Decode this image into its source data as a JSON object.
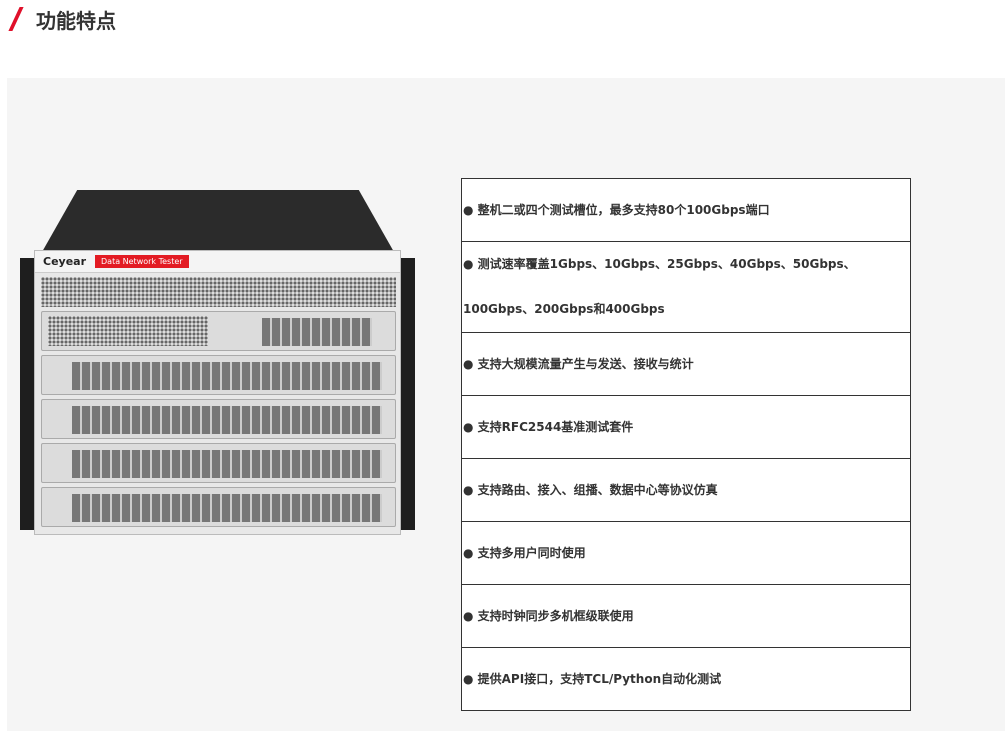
{
  "section_title": "功能特点",
  "product": {
    "brand": "Ceyear",
    "label": "Data Network Tester"
  },
  "features": [
    "● 整机二或四个测试槽位，最多支持80个100Gbps端口",
    "● 测试速率覆盖1Gbps、10Gbps、25Gbps、40Gbps、50Gbps、100Gbps、200Gbps和400Gbps",
    "● 支持大规模流量产生与发送、接收与统计",
    "● 支持RFC2544基准测试套件",
    "● 支持路由、接入、组播、数据中心等协议仿真",
    "● 支持多用户同时使用",
    "● 支持时钟同步多机框级联使用",
    "● 提供API接口，支持TCL/Python自动化测试"
  ]
}
